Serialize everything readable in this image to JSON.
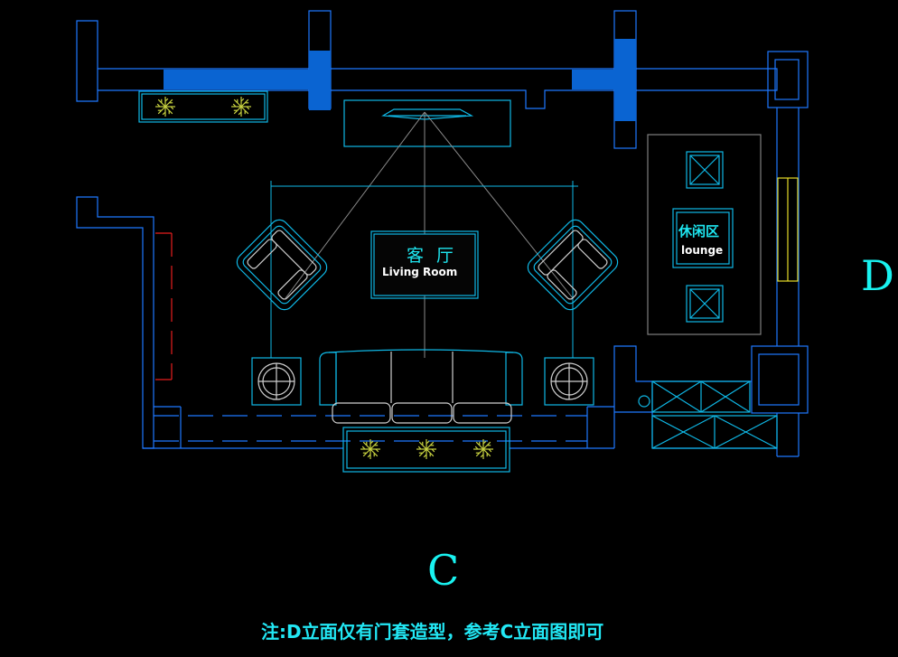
{
  "living_room": {
    "label_cn": "客 厅",
    "label_en": "Living Room"
  },
  "lounge": {
    "label_cn": "休闲区",
    "label_en": "lounge"
  },
  "elevation_labels": {
    "side": "D",
    "bottom": "C"
  },
  "note": "注:D立面仅有门套造型，参考C立面图即可",
  "colors": {
    "background": "#000000",
    "wall_line": "#1e78ff",
    "wall_fill": "#0a64d2",
    "furniture_line": "#0fb8e6",
    "text_cyan": "#1ee6f0",
    "plant": "#c8d240",
    "door_red": "#e61e1e",
    "window_yellow": "#e6dc28"
  },
  "icons": {
    "plant": "plant-icon",
    "armchair": "armchair-icon",
    "sofa": "sofa-icon",
    "side_table": "side-table-lamp-icon",
    "tv": "tv-console-icon",
    "ottoman": "ottoman-icon"
  }
}
